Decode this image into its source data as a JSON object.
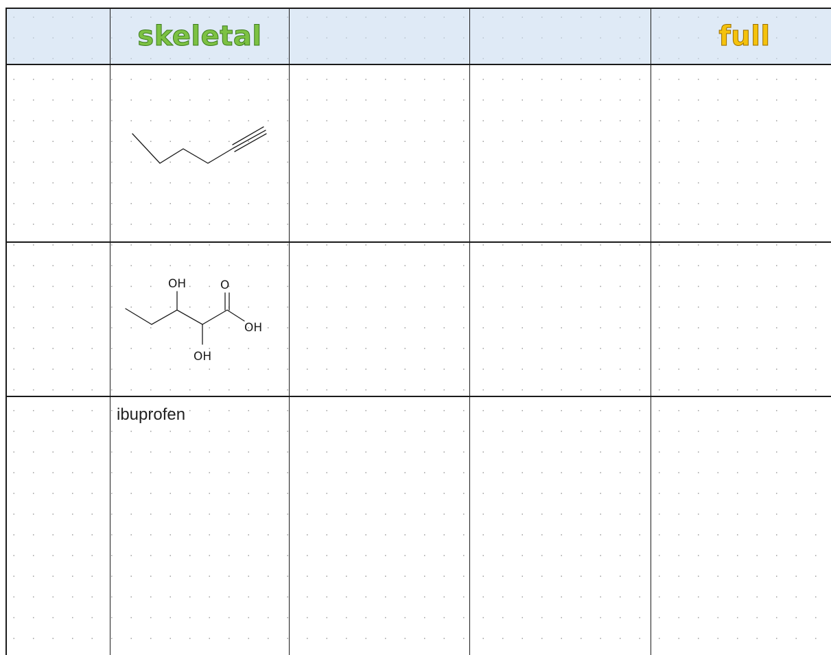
{
  "table": {
    "headers": [
      "",
      "skeletal",
      "",
      "",
      "full"
    ],
    "header_colors": {
      "skeletal": "#7cc143",
      "full": "#f4c20d",
      "band": "#dfeaf6"
    },
    "rows": [
      {
        "label": ""
      },
      {
        "label": "",
        "atoms": {
          "oh_top": "OH",
          "o_top": "O",
          "oh_right": "OH",
          "oh_bottom": "OH"
        }
      },
      {
        "label": "ibuprofen"
      }
    ]
  }
}
